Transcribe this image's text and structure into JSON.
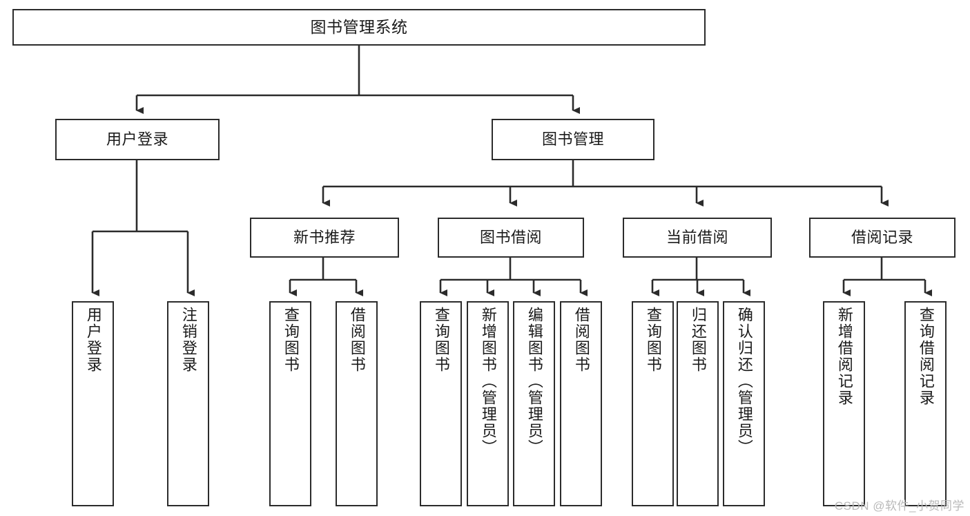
{
  "diagram": {
    "title": "图书管理系统",
    "type": "tree-hierarchy",
    "orientation": "top-down",
    "watermark": "CSDN @软件_小贺同学",
    "colors": {
      "box_border": "#2b2b2b",
      "box_fill": "#ffffff",
      "edge": "#2b2b2b",
      "text": "#1a1a1a",
      "watermark": "#b9b9b9",
      "background": "#ffffff"
    },
    "nodes": {
      "root": {
        "label": "图书管理系统"
      },
      "level2": [
        {
          "id": "user-login",
          "label": "用户登录"
        },
        {
          "id": "book-management",
          "label": "图书管理"
        }
      ],
      "level3": [
        {
          "id": "new-book-recommend",
          "label": "新书推荐"
        },
        {
          "id": "book-borrow",
          "label": "图书借阅"
        },
        {
          "id": "current-borrow",
          "label": "当前借阅"
        },
        {
          "id": "borrow-record",
          "label": "借阅记录"
        }
      ],
      "leaves": {
        "user-login": [
          {
            "id": "leaf-user-login",
            "label": "用户登录"
          },
          {
            "id": "leaf-user-logout",
            "label": "注销登录"
          }
        ],
        "new-book-recommend": [
          {
            "id": "leaf-query-book-1",
            "label": "查询图书"
          },
          {
            "id": "leaf-borrow-book-1",
            "label": "借阅图书"
          }
        ],
        "book-borrow": [
          {
            "id": "leaf-query-book-2",
            "label": "查询图书"
          },
          {
            "id": "leaf-add-book",
            "label": "新增图书（管理员）"
          },
          {
            "id": "leaf-edit-book",
            "label": "编辑图书（管理员）"
          },
          {
            "id": "leaf-borrow-book-2",
            "label": "借阅图书"
          }
        ],
        "current-borrow": [
          {
            "id": "leaf-query-book-3",
            "label": "查询图书"
          },
          {
            "id": "leaf-return-book",
            "label": "归还图书"
          },
          {
            "id": "leaf-confirm-return",
            "label": "确认归还（管理员）"
          }
        ],
        "borrow-record": [
          {
            "id": "leaf-add-record",
            "label": "新增借阅记录"
          },
          {
            "id": "leaf-query-record",
            "label": "查询借阅记录"
          }
        ]
      }
    }
  }
}
